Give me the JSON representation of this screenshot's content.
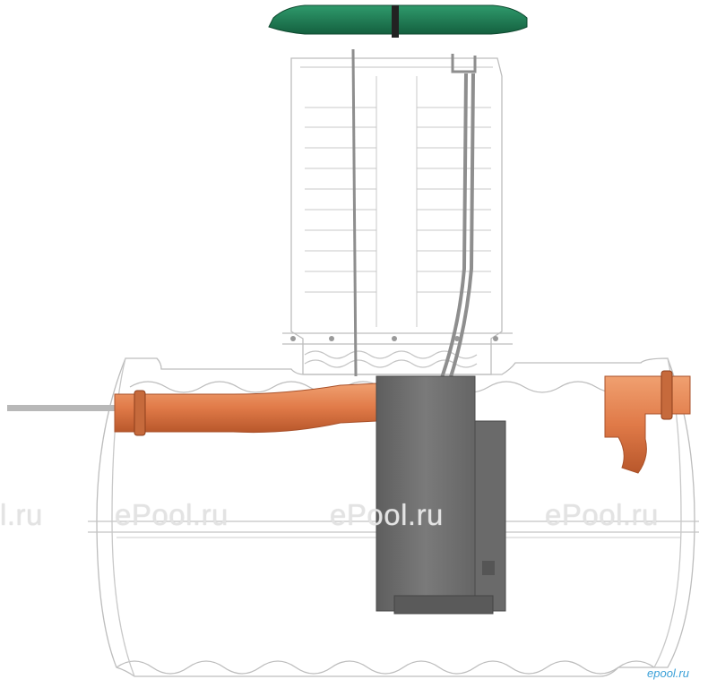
{
  "watermarks": [
    "l.ru",
    "ePool.ru",
    "ePool.ru",
    "ePool.ru"
  ],
  "corner_logo": "epool.ru",
  "colors": {
    "lid": "#1f7a55",
    "pipe": "#e07a48",
    "filter_block": "#707070",
    "outline": "#b8b8b8"
  }
}
